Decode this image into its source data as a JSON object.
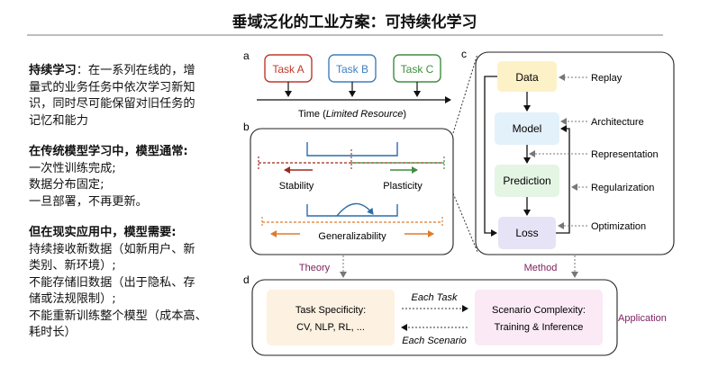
{
  "title": "垂域泛化的工业方案：可持续化学习",
  "left": {
    "p1_head": "持续学习",
    "p1_lines": [
      "：在一系列在线的，增",
      "量式的业务任务中依次学习新知",
      "识，同时尽可能保留对旧任务的",
      "记忆和能力"
    ],
    "p2_head": "在传统模型学习中，模型通常:",
    "p2_lines": [
      "一次性训练完成;",
      "数据分布固定;",
      "一旦部署，不再更新。"
    ],
    "p3_head": "但在现实应用中，模型需要:",
    "p3_lines": [
      "持续接收新数据（如新用户、新",
      "类别、新环境）;",
      "不能存储旧数据（出于隐私、存",
      "储或法规限制）;",
      "不能重新训练整个模型（成本高、",
      "耗时长）"
    ]
  },
  "figure": {
    "panel_a": {
      "letter": "a",
      "tasks": [
        "Task A",
        "Task B",
        "Task C"
      ],
      "task_colors": [
        "#c0392b",
        "#3f7fc0",
        "#3f8f3f"
      ],
      "time_label": "Time (",
      "time_label_italic": "Limited Resource",
      "time_label_end": ")"
    },
    "panel_b": {
      "letter": "b",
      "stability": "Stability",
      "plasticity": "Plasticity",
      "generalizability": "Generalizability",
      "caption": "Theory"
    },
    "panel_c": {
      "letter": "c",
      "nodes": [
        "Data",
        "Model",
        "Prediction",
        "Loss"
      ],
      "strategies": [
        "Replay",
        "Architecture",
        "Representation",
        "Regularization",
        "Optimization"
      ],
      "caption": "Method"
    },
    "panel_d": {
      "letter": "d",
      "task_box_line1": "Task Specificity:",
      "task_box_line2": "CV, NLP, RL, ...",
      "scenario_line1": "Scenario Complexity:",
      "scenario_line2": "Training & Inference",
      "each_task": "Each Task",
      "each_scenario": "Each Scenario",
      "caption": "Application"
    },
    "colors": {
      "data_box": "#fdf1c7",
      "model_box": "#e3f1fb",
      "prediction_box": "#e4f5e4",
      "loss_box": "#e6e3f6",
      "theory_caption": "#7a1f5c",
      "orange": "#e07b2a",
      "darkred": "#9b2a1c",
      "green": "#3f8f3f",
      "blue": "#2d6ca8"
    }
  }
}
